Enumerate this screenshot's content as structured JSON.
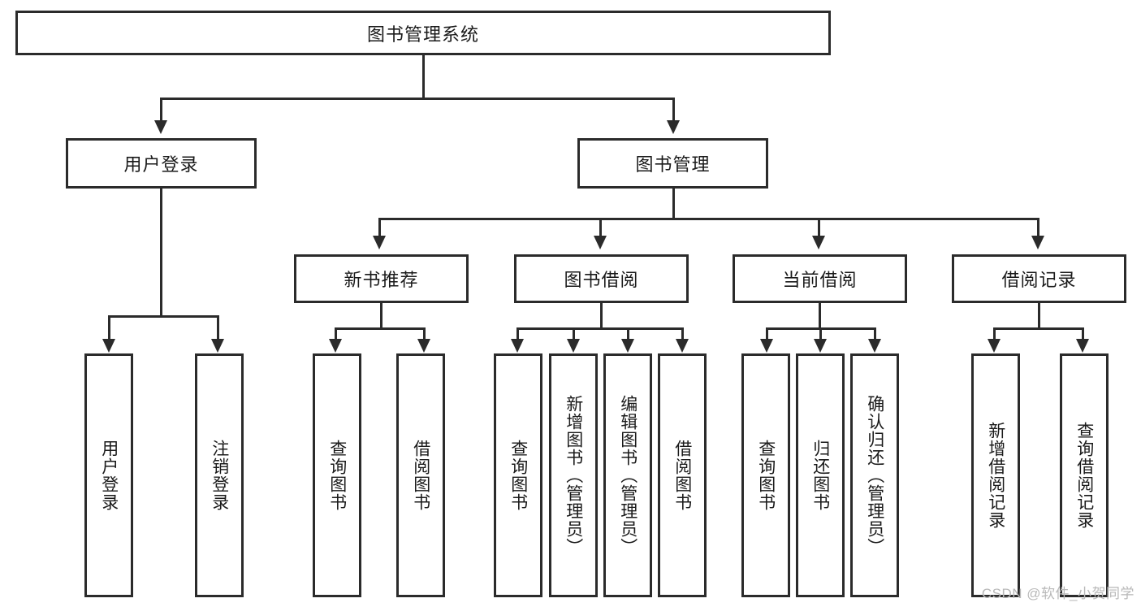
{
  "diagram": {
    "title": "图书管理系统",
    "type": "tree-hierarchy",
    "watermark": "CSDN @软件_小贺同学",
    "root": {
      "label": "图书管理系统"
    },
    "level2": [
      {
        "label": "用户登录"
      },
      {
        "label": "图书管理"
      }
    ],
    "level3": [
      {
        "label": "新书推荐"
      },
      {
        "label": "图书借阅"
      },
      {
        "label": "当前借阅"
      },
      {
        "label": "借阅记录"
      }
    ],
    "leaves": {
      "user_login": [
        {
          "label": "用户登录"
        },
        {
          "label": "注销登录"
        }
      ],
      "new_book_recommend": [
        {
          "label": "查询图书"
        },
        {
          "label": "借阅图书"
        }
      ],
      "book_borrow": [
        {
          "label": "查询图书"
        },
        {
          "label": "新增图书（管理员）"
        },
        {
          "label": "编辑图书（管理员）"
        },
        {
          "label": "借阅图书"
        }
      ],
      "current_borrow": [
        {
          "label": "查询图书"
        },
        {
          "label": "归还图书"
        },
        {
          "label": "确认归还（管理员）"
        }
      ],
      "borrow_record": [
        {
          "label": "新增借阅记录"
        },
        {
          "label": "查询借阅记录"
        }
      ]
    },
    "colors": {
      "stroke": "#2b2b2b",
      "fill": "#ffffff",
      "text": "#1a1a1a",
      "watermark": "#b8b8b8"
    }
  }
}
